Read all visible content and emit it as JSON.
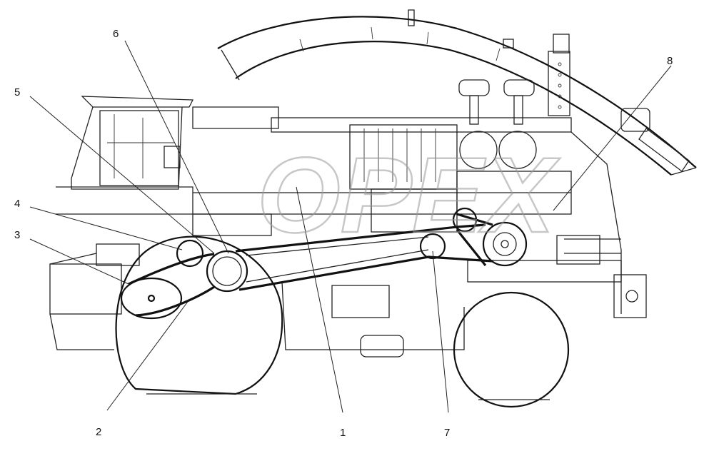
{
  "callouts": [
    "1",
    "2",
    "3",
    "4",
    "5",
    "6",
    "7",
    "8"
  ],
  "watermark_text": "OPEX",
  "colors": {
    "line": "#222222",
    "background": "#ffffff",
    "watermark": "#9a9a9a"
  }
}
